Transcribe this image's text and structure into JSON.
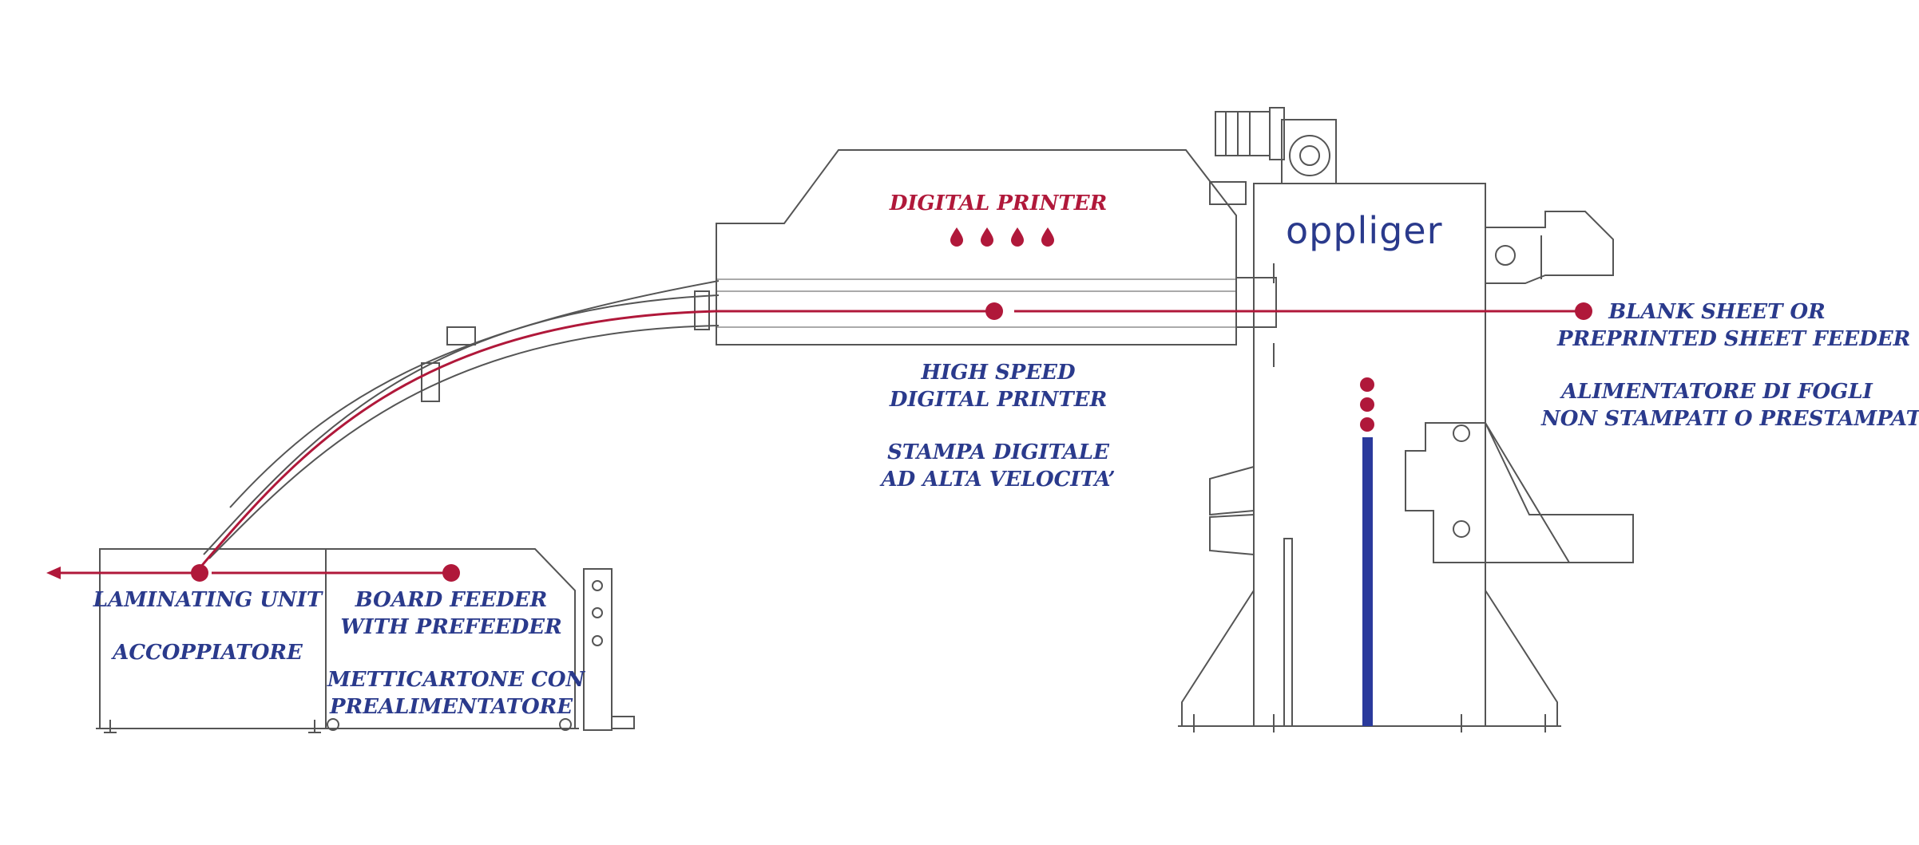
{
  "colors": {
    "line": "#555555",
    "accent_red": "#b0183a",
    "label_blue": "#2a3a8c",
    "pillar_blue": "#2a3a9c"
  },
  "logo": "oppliger",
  "labels": {
    "digital_printer": "DIGITAL PRINTER",
    "high_speed_1": "HIGH SPEED",
    "high_speed_2": "DIGITAL PRINTER",
    "stampa_1": "STAMPA DIGITALE",
    "stampa_2": "AD ALTA VELOCITA’",
    "blank_1": "BLANK SHEET OR",
    "blank_2": "PREPRINTED SHEET FEEDER",
    "alim_1": "ALIMENTATORE DI FOGLI",
    "alim_2": "NON STAMPATI O PRESTAMPATI",
    "laminating": "LAMINATING UNIT",
    "accoppiatore": "ACCOPPIATORE",
    "board_1": "BOARD FEEDER",
    "board_2": "WITH PREFEEDER",
    "mettic_1": "METTICARTONE CON",
    "mettic_2": "PREALIMENTATORE"
  },
  "icons": {
    "ink_drops": "ink-drop-icon",
    "motor": "gear-motor-icon",
    "flow_arrow": "arrow-left-icon"
  }
}
